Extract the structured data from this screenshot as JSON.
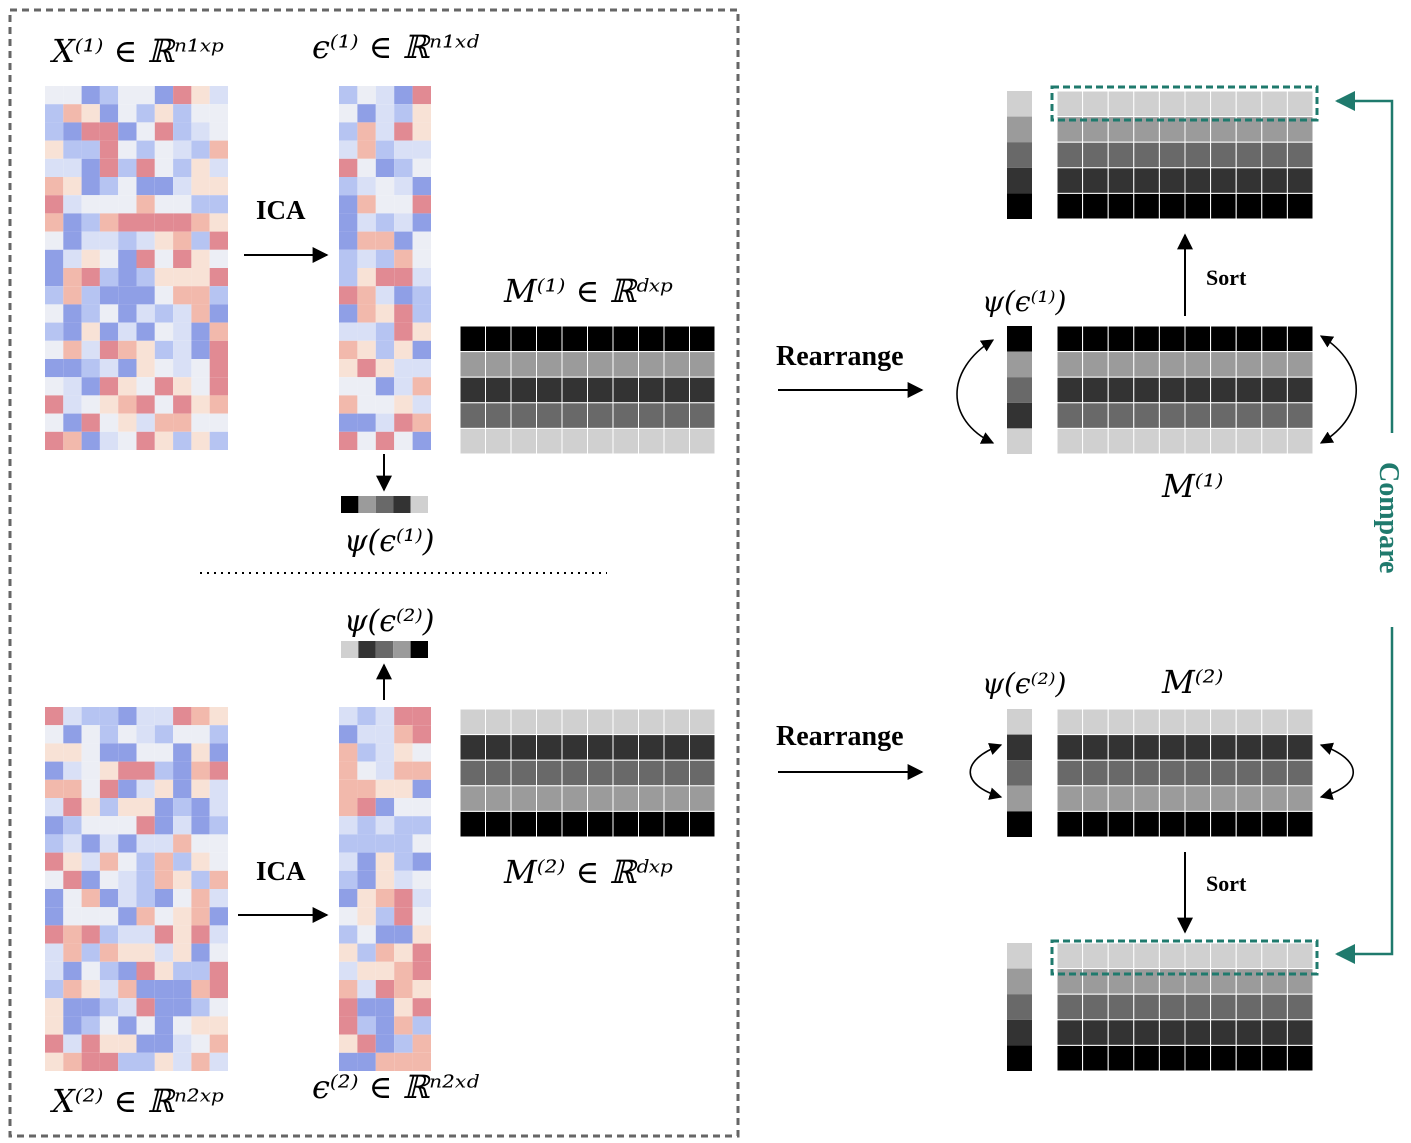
{
  "labels": {
    "x1": "X⁽¹⁾ ∈ ℝⁿ¹ˣᵖ",
    "e1": "ϵ⁽¹⁾ ∈ ℝⁿ¹ˣᵈ",
    "m1": "M⁽¹⁾ ∈ ℝᵈˣᵖ",
    "psi1": "ψ(ϵ⁽¹⁾)",
    "x2": "X⁽²⁾ ∈ ℝⁿ²ˣᵖ",
    "e2": "ϵ⁽²⁾ ∈ ℝⁿ²ˣᵈ",
    "m2": "M⁽²⁾ ∈ ℝᵈˣᵖ",
    "psi2": "ψ(ϵ⁽²⁾)",
    "ica": "ICA",
    "rearrange": "Rearrange",
    "sort": "Sort",
    "compare": "Compare",
    "m1_short": "M⁽¹⁾",
    "m2_short": "M⁽²⁾"
  },
  "colors": {
    "heat": [
      "#8f9fe6",
      "#b6c4f2",
      "#d9e0f6",
      "#eceef5",
      "#f8e2d6",
      "#f2b9ac",
      "#e18a93"
    ],
    "gray_levels": [
      "#000000",
      "#333333",
      "#696969",
      "#9b9b9b",
      "#d0d0d0"
    ],
    "teal": "#1f7a6d"
  },
  "mixing": {
    "m1_rows": [
      0,
      3,
      1,
      2,
      4
    ],
    "m2_rows": [
      4,
      1,
      2,
      3,
      0
    ],
    "psi1": [
      0,
      3,
      2,
      1,
      4
    ],
    "psi2": [
      4,
      1,
      2,
      3,
      0
    ],
    "sorted": [
      4,
      3,
      2,
      1,
      0
    ]
  }
}
